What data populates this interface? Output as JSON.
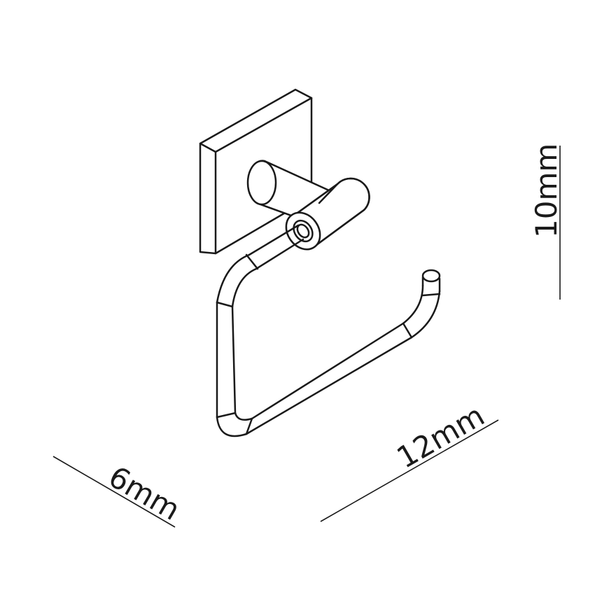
{
  "colors": {
    "stroke": "#1a1a1a",
    "background": "#ffffff"
  },
  "dimensions": {
    "height_label": "10mm",
    "width_label": "12mm",
    "depth_label": "6mm"
  }
}
